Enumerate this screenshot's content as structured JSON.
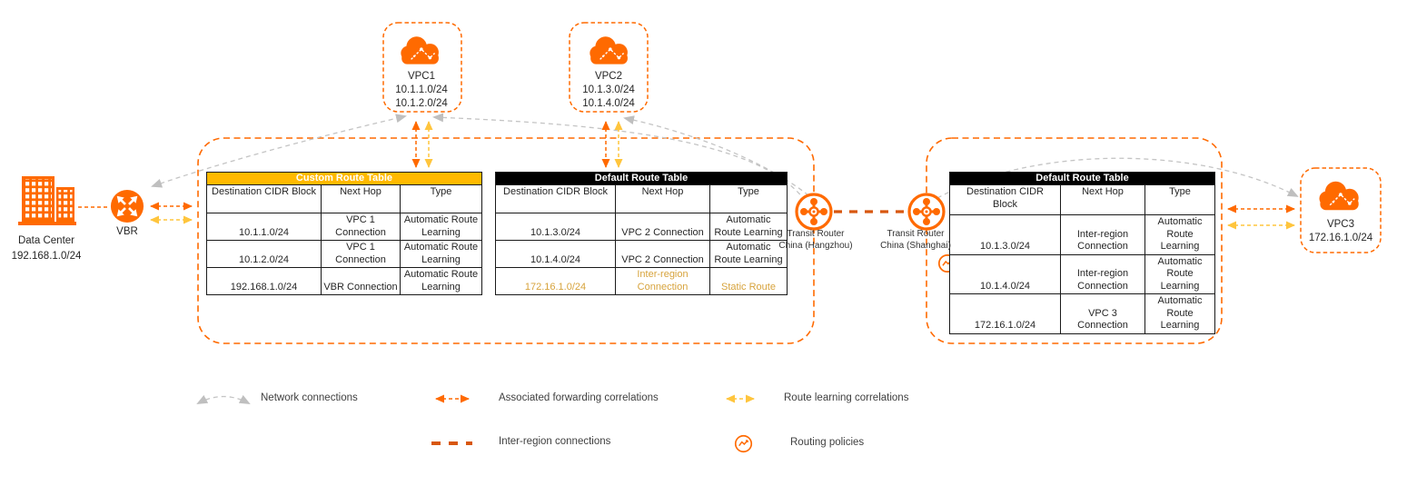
{
  "nodes": {
    "data_center": {
      "name": "Data Center",
      "cidr": "192.168.1.0/24"
    },
    "vbr": {
      "name": "VBR"
    },
    "vpc1": {
      "name": "VPC1",
      "cidr1": "10.1.1.0/24",
      "cidr2": "10.1.2.0/24"
    },
    "vpc2": {
      "name": "VPC2",
      "cidr1": "10.1.3.0/24",
      "cidr2": "10.1.4.0/24"
    },
    "vpc3": {
      "name": "VPC3",
      "cidr1": "172.16.1.0/24"
    },
    "tr_hangzhou": {
      "line1": "Transit Router",
      "line2": "China (Hangzhou)"
    },
    "tr_shanghai": {
      "line1": "Transit Router",
      "line2": "China (Shanghai)"
    }
  },
  "tables": {
    "custom": {
      "title": "Custom Route Table",
      "columns": {
        "cidr": "Destination CIDR Block",
        "next_hop": "Next Hop",
        "type": "Type"
      },
      "rows": [
        {
          "cidr": "10.1.1.0/24",
          "next_hop": "VPC 1 Connection",
          "type": "Automatic Route Learning"
        },
        {
          "cidr": "10.1.2.0/24",
          "next_hop": "VPC 1 Connection",
          "type": "Automatic Route Learning"
        },
        {
          "cidr": "192.168.1.0/24",
          "next_hop": "VBR Connection",
          "type": "Automatic Route Learning"
        }
      ]
    },
    "default_hangzhou": {
      "title": "Default Route Table",
      "columns": {
        "cidr": "Destination CIDR Block",
        "next_hop": "Next Hop",
        "type": "Type"
      },
      "rows": [
        {
          "cidr": "10.1.3.0/24",
          "next_hop": "VPC 2 Connection",
          "type": "Automatic Route Learning"
        },
        {
          "cidr": "10.1.4.0/24",
          "next_hop": "VPC 2 Connection",
          "type": "Automatic Route Learning"
        },
        {
          "cidr": "172.16.1.0/24",
          "next_hop": "Inter-region Connection",
          "type": "Static Route",
          "highlight": true
        }
      ]
    },
    "default_shanghai": {
      "title": "Default Route Table",
      "columns": {
        "cidr": "Destination CIDR Block",
        "next_hop": "Next Hop",
        "type": "Type"
      },
      "rows": [
        {
          "cidr": "10.1.3.0/24",
          "next_hop": "Inter-region Connection",
          "type": "Automatic Route Learning"
        },
        {
          "cidr": "10.1.4.0/24",
          "next_hop": "Inter-region Connection",
          "type": "Automatic Route Learning"
        },
        {
          "cidr": "172.16.1.0/24",
          "next_hop": "VPC 3 Connection",
          "type": "Automatic Route Learning"
        }
      ]
    }
  },
  "legend": {
    "network": "Network connections",
    "assoc": "Associated forwarding correlations",
    "route_learning": "Route learning correlations",
    "inter_region": "Inter-region connections",
    "routing_policies": "Routing policies"
  },
  "colors": {
    "orange": "#FF6A00",
    "gold_header": "#FFB900",
    "yellow_arrow": "#FFC53D",
    "gray_arrow": "#BFBFBF",
    "inter_region_dash": "#D8570F",
    "highlight_text": "#D7A33C",
    "black_header": "#000000"
  }
}
